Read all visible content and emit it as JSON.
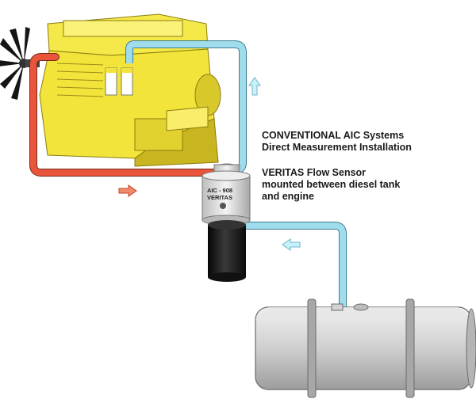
{
  "captions": {
    "conventional": {
      "line1": "CONVENTIONAL AIC Systems",
      "line2": "Direct Measurement Installation"
    },
    "veritas": {
      "line1": "VERITAS Flow Sensor",
      "line2": "mounted between diesel tank",
      "line3": "and engine"
    }
  },
  "sensor": {
    "model": "AIC - 908",
    "brand": "VERITAS"
  },
  "colors": {
    "engine": "#f2e43a",
    "engine_shadow": "#c9b51f",
    "return_line": "#e8553a",
    "supply_line": "#9fdcec",
    "tank": "#c8c8c8",
    "filter": "#1c1c1c"
  }
}
